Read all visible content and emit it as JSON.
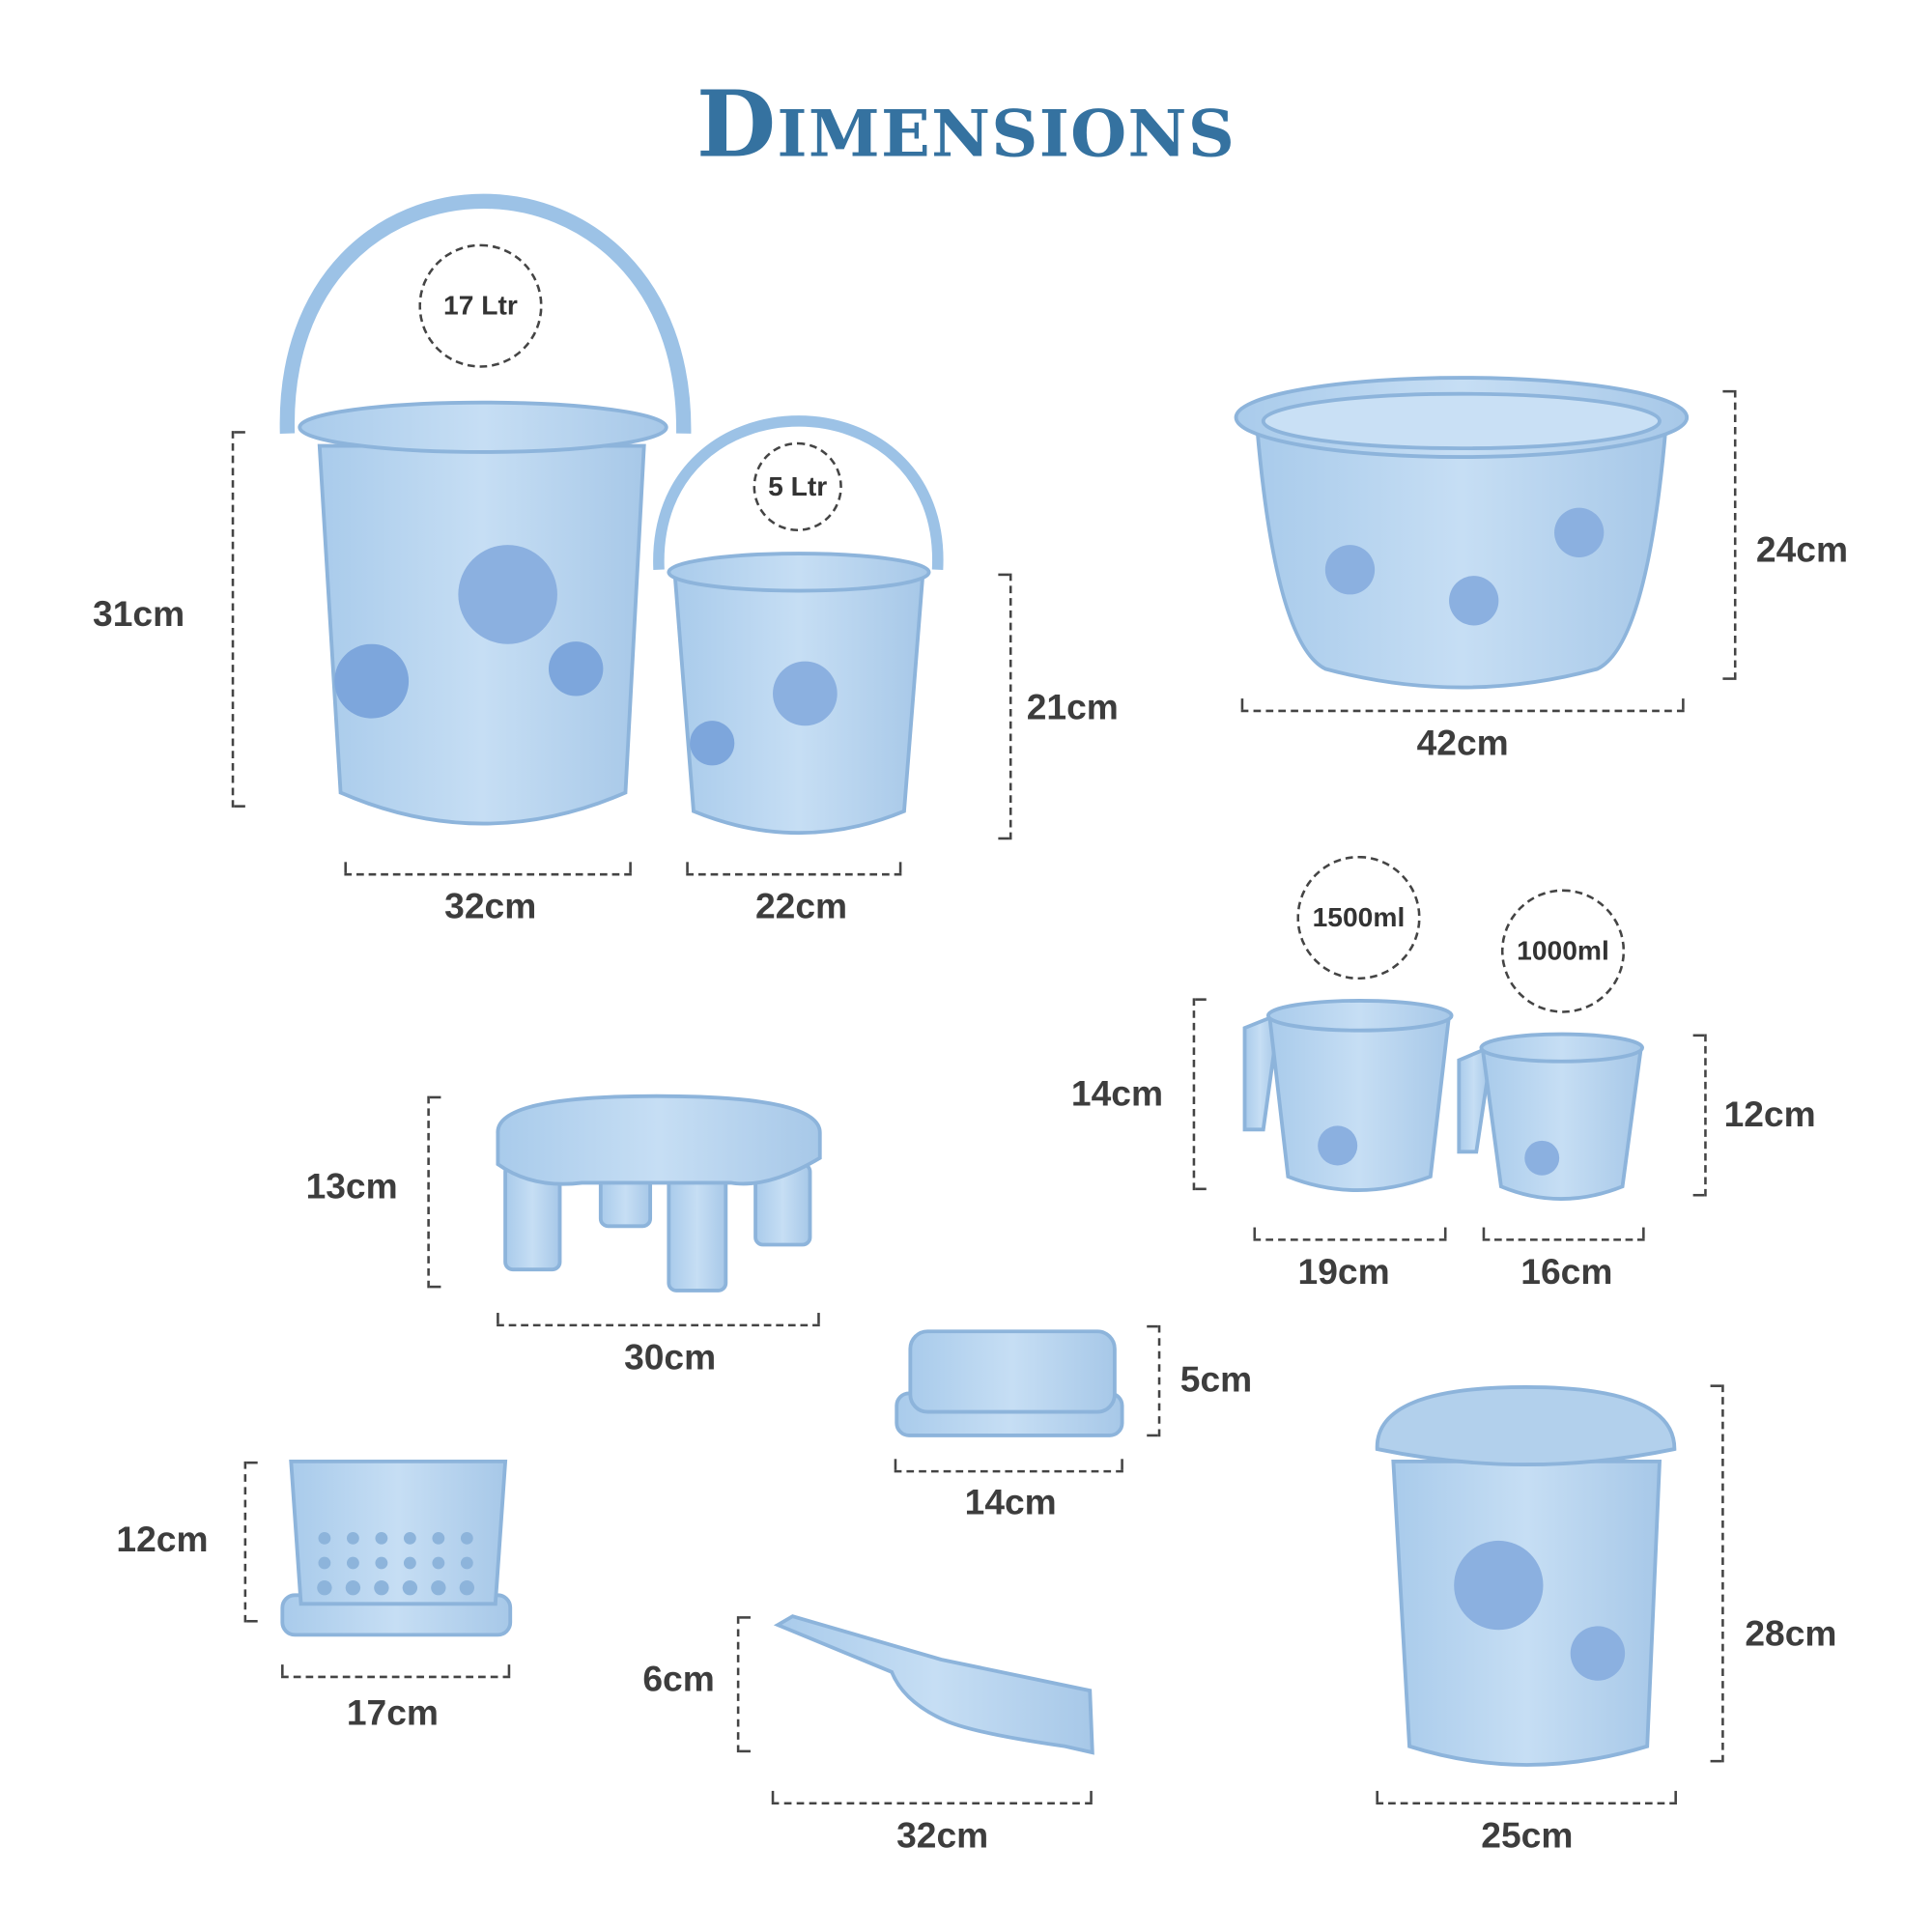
{
  "title": "Dimensions",
  "colors": {
    "title": "#3572a0",
    "product": "#b8d5ef",
    "product_edge": "#8db4db",
    "label": "#3d3d3d"
  },
  "products": {
    "large_bucket": {
      "capacity": "17 Ltr",
      "height": "31cm",
      "width": "32cm"
    },
    "small_bucket": {
      "capacity": "5 Ltr",
      "height": "21cm",
      "width": "22cm"
    },
    "tub": {
      "height": "24cm",
      "width": "42cm"
    },
    "large_mug": {
      "capacity": "1500ml",
      "height": "14cm",
      "width": "19cm"
    },
    "small_mug": {
      "capacity": "1000ml",
      "height": "12cm",
      "width": "16cm"
    },
    "stool": {
      "height": "13cm",
      "width": "30cm"
    },
    "soap_dish": {
      "height": "5cm",
      "width": "14cm"
    },
    "cutlery_holder": {
      "height": "12cm",
      "width": "17cm"
    },
    "dustpan": {
      "height": "6cm",
      "width": "32cm"
    },
    "dustbin": {
      "height": "28cm",
      "width": "25cm"
    }
  }
}
